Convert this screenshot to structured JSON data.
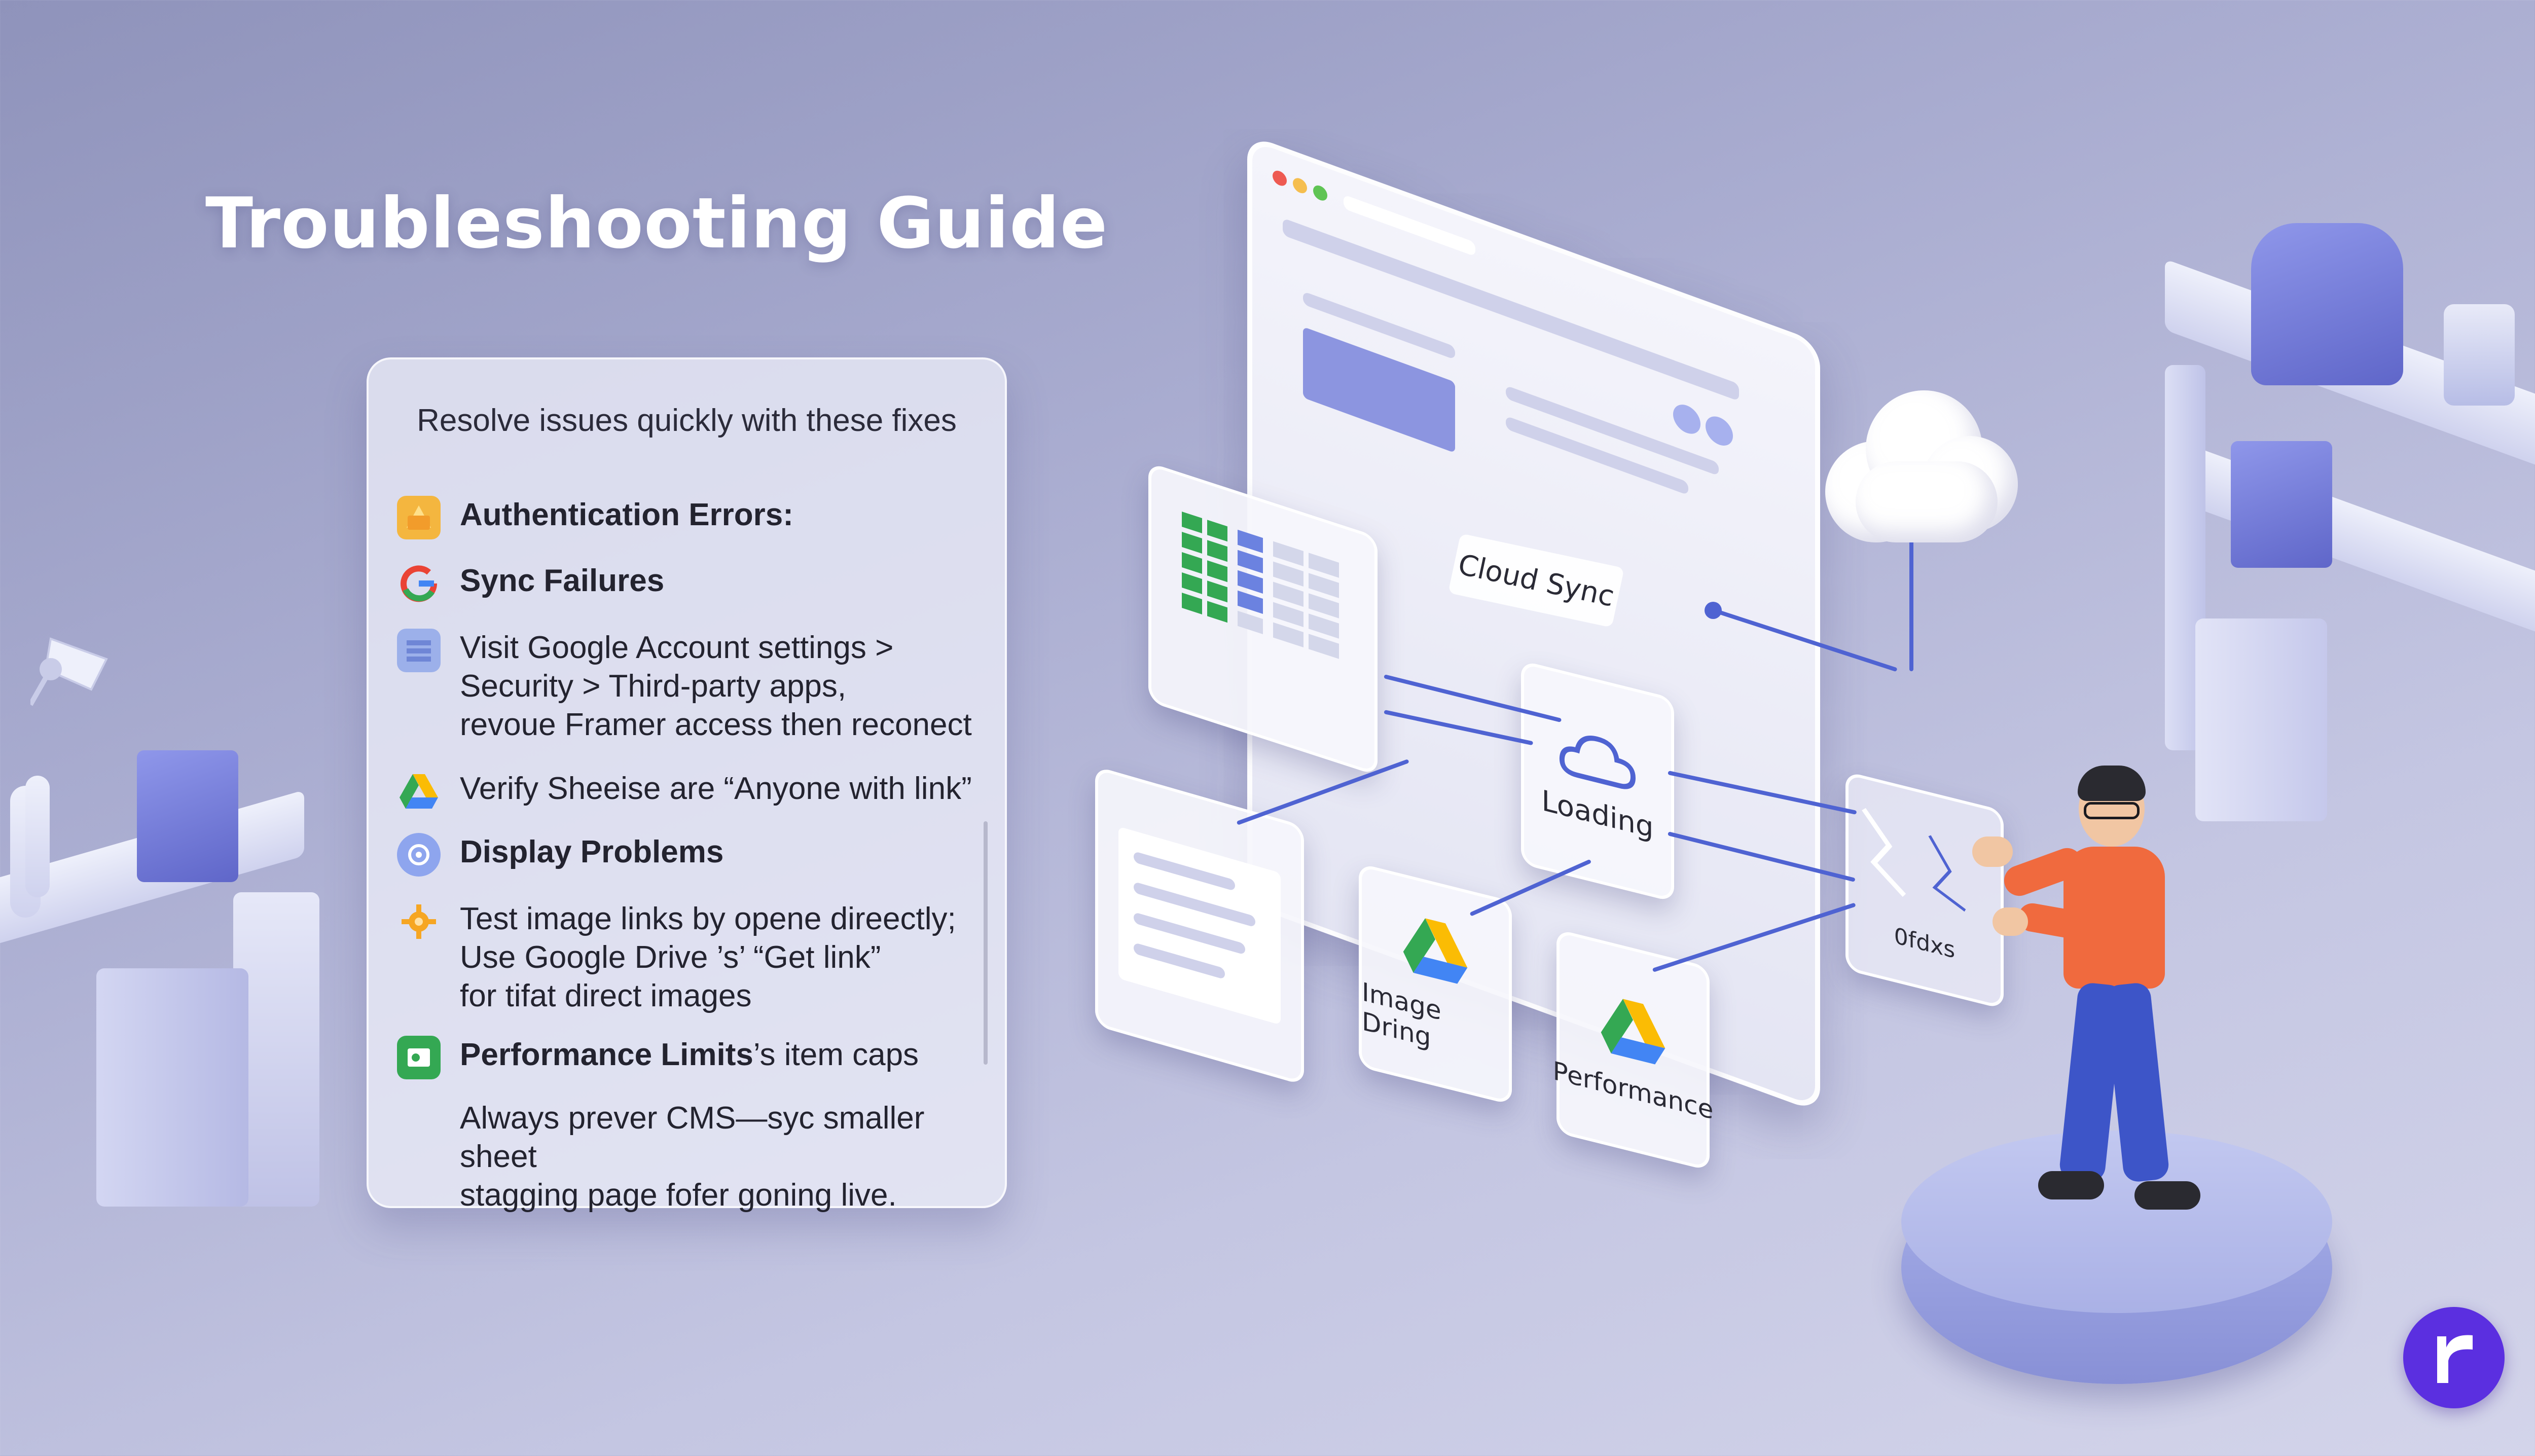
{
  "title": "Troubleshooting Guide",
  "guide": {
    "subtitle": "Resolve issues quickly with these fixes",
    "items": [
      {
        "icon": "folder-icon",
        "color": "#f4b63f",
        "text": "Authentication Errors:",
        "bold": true
      },
      {
        "icon": "google-g-icon",
        "color": "#4285f4",
        "text": "Sync Failures",
        "bold": true
      },
      {
        "icon": "sheets-stack-icon",
        "color": "#7f96d8",
        "lines": [
          "Visit Google Account settings >",
          "Security > Third-party apps,",
          "revoue Framer access then reconect"
        ],
        "bold": false
      },
      {
        "icon": "google-drive-icon",
        "color": "#34a853",
        "text": "Verify Sheeise are “Anyone with link”",
        "bold": false
      },
      {
        "icon": "display-icon",
        "color": "#7c95e4",
        "text": "Display Problems",
        "bold": true
      },
      {
        "icon": "gear-icon",
        "color": "#f6a623",
        "lines": [
          "Test image links by opene direectly;",
          "Use Google Drive ’s’ “Get link”",
          "for tifat direct images"
        ],
        "bold": false
      },
      {
        "icon": "photo-icon",
        "color": "#34a853",
        "bold_text": "Performance Limits",
        "rest_text": "’s item caps"
      },
      {
        "icon": "none",
        "lines": [
          "Always prever CMS—syc smaller sheet",
          "stagging page fofer goning live."
        ],
        "bold": false
      }
    ]
  },
  "illustration": {
    "cloud_sync_label": "Cloud Sync",
    "loading_label": "Loading",
    "image_label": "Image Dring",
    "performance_label": "Performance",
    "broken_label": "0fdxs",
    "accent_color": "#4f63d2",
    "shirt_color": "#f06a3e",
    "pants_color": "#3d55c8"
  },
  "brand": {
    "logo_letter": "r",
    "logo_color": "#5b2fe0"
  }
}
